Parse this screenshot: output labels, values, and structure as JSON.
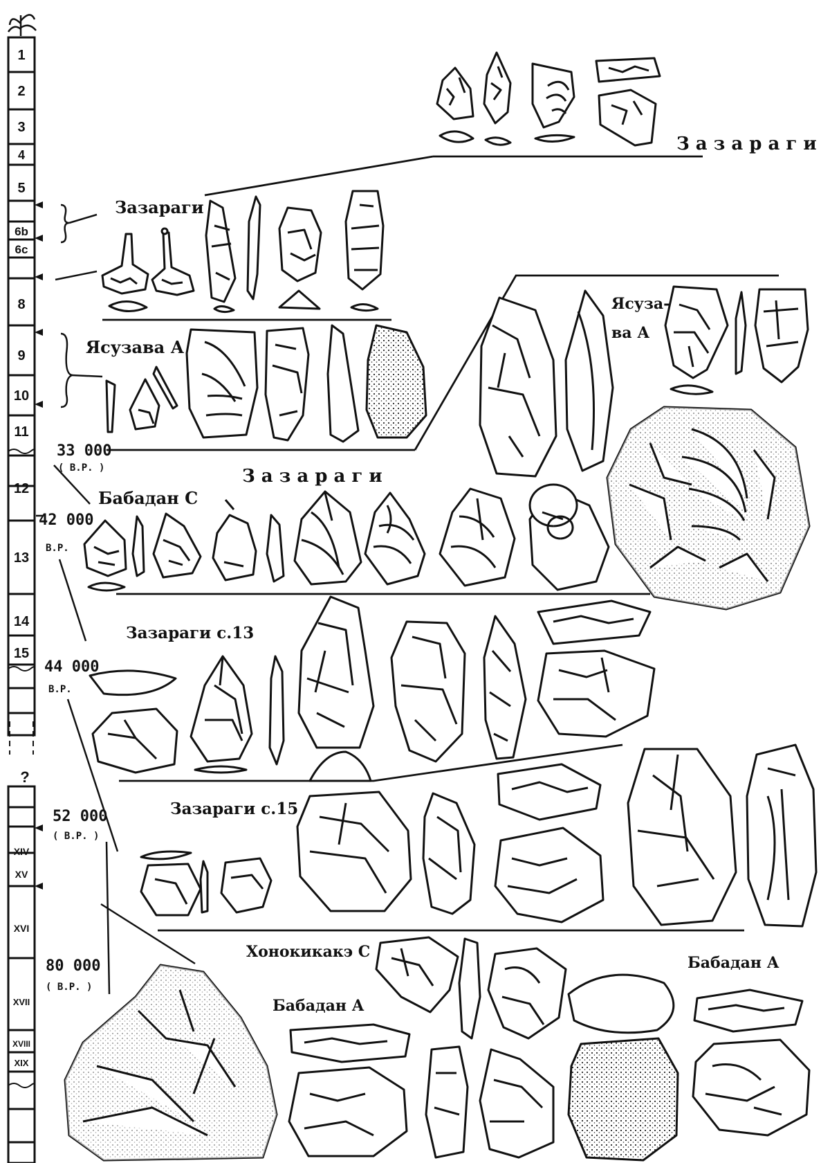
{
  "stratigraphy": {
    "layers_upper": [
      "1",
      "2",
      "3",
      "4",
      "5",
      "6b",
      "6c",
      "8",
      "9",
      "10",
      "11",
      "12",
      "13",
      "14",
      "15"
    ],
    "layers_lower": [
      "XIV",
      "XV",
      "XVI",
      "XVII",
      "XVIII",
      "XIX"
    ],
    "question_mark": "?"
  },
  "dates": [
    {
      "value": "33 000",
      "unit": "( B.P. )"
    },
    {
      "value": "42 000",
      "unit": "B.P."
    },
    {
      "value": "44 000",
      "unit": "B.P."
    },
    {
      "value": "52 000",
      "unit": "( B.P. )"
    },
    {
      "value": "80 000",
      "unit": "( B.P. )"
    }
  ],
  "site_labels": [
    "З а з а р а г и",
    "Зазараги",
    "Ясузава А",
    "Ясуза-",
    "ва А",
    "Бабадан С",
    "З а з а р а г и",
    "Зазараги с.13",
    "Зазараги с.15",
    "Хонокикакэ С",
    "Бабадан А",
    "Бабадан А"
  ]
}
